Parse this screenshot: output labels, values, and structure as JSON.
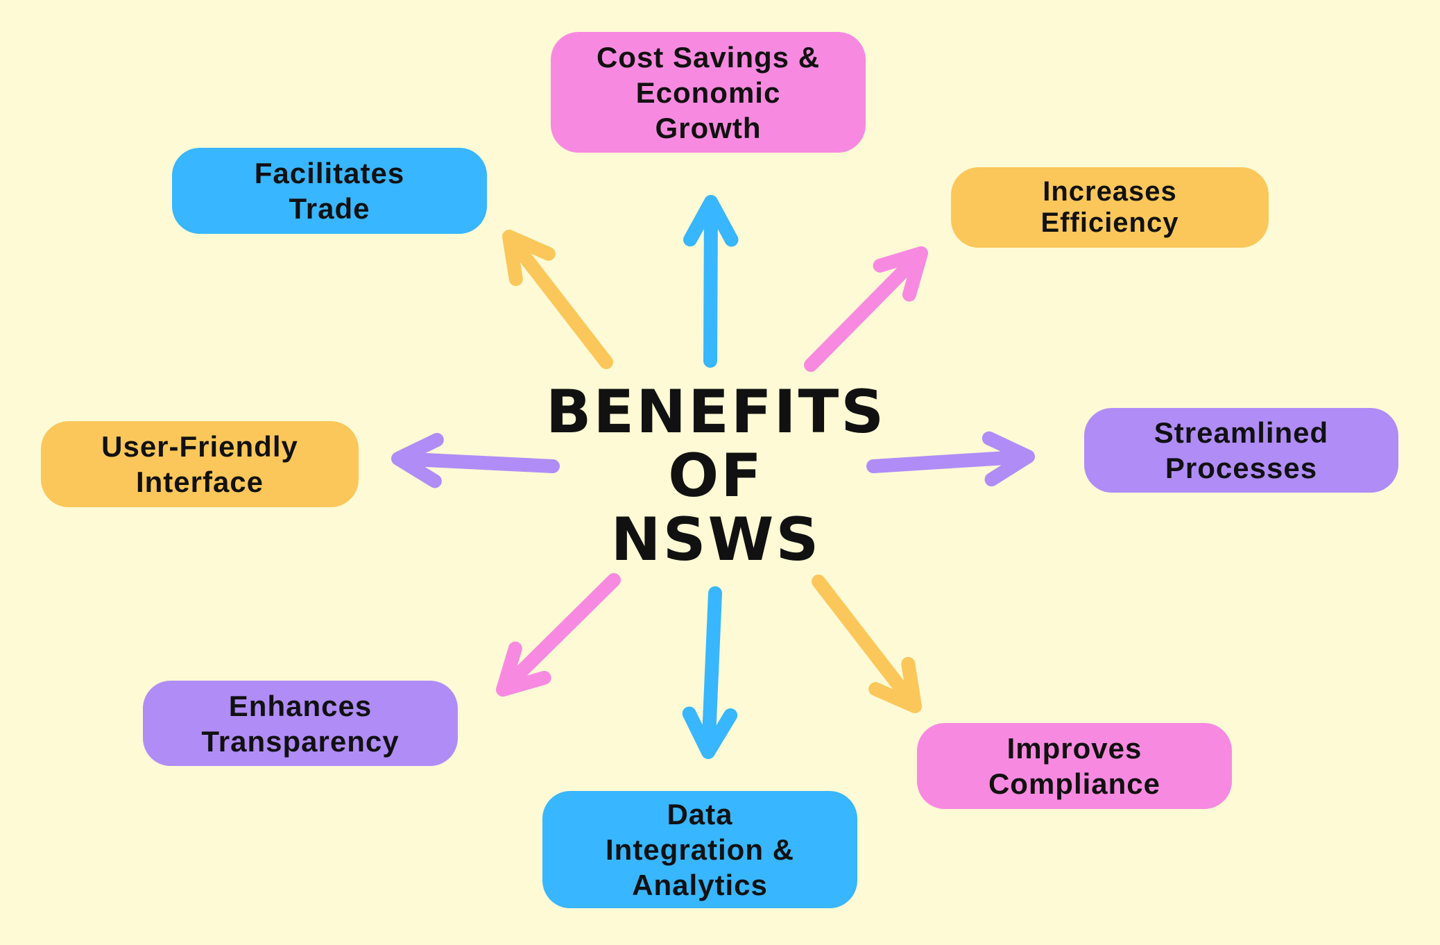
{
  "title": {
    "line1": "BENEFITS",
    "line2": "OF",
    "line3": "NSWS"
  },
  "colors": {
    "background": "#fdfad5",
    "pink": "#f78ae0",
    "blue": "#38b6ff",
    "orange": "#fbc75a",
    "purple": "#b08cf7"
  },
  "benefits": [
    {
      "label": "Cost Savings &\nEconomic\nGrowth",
      "color": "#f78ae0"
    },
    {
      "label": "Facilitates\nTrade",
      "color": "#38b6ff"
    },
    {
      "label": "Increases\nEfficiency",
      "color": "#fbc75a"
    },
    {
      "label": "User-Friendly\nInterface",
      "color": "#fbc75a"
    },
    {
      "label": "Streamlined\nProcesses",
      "color": "#b08cf7"
    },
    {
      "label": "Enhances\nTransparency",
      "color": "#b08cf7"
    },
    {
      "label": "Data\nIntegration &\nAnalytics",
      "color": "#38b6ff"
    },
    {
      "label": "Improves\nCompliance",
      "color": "#f78ae0"
    }
  ]
}
